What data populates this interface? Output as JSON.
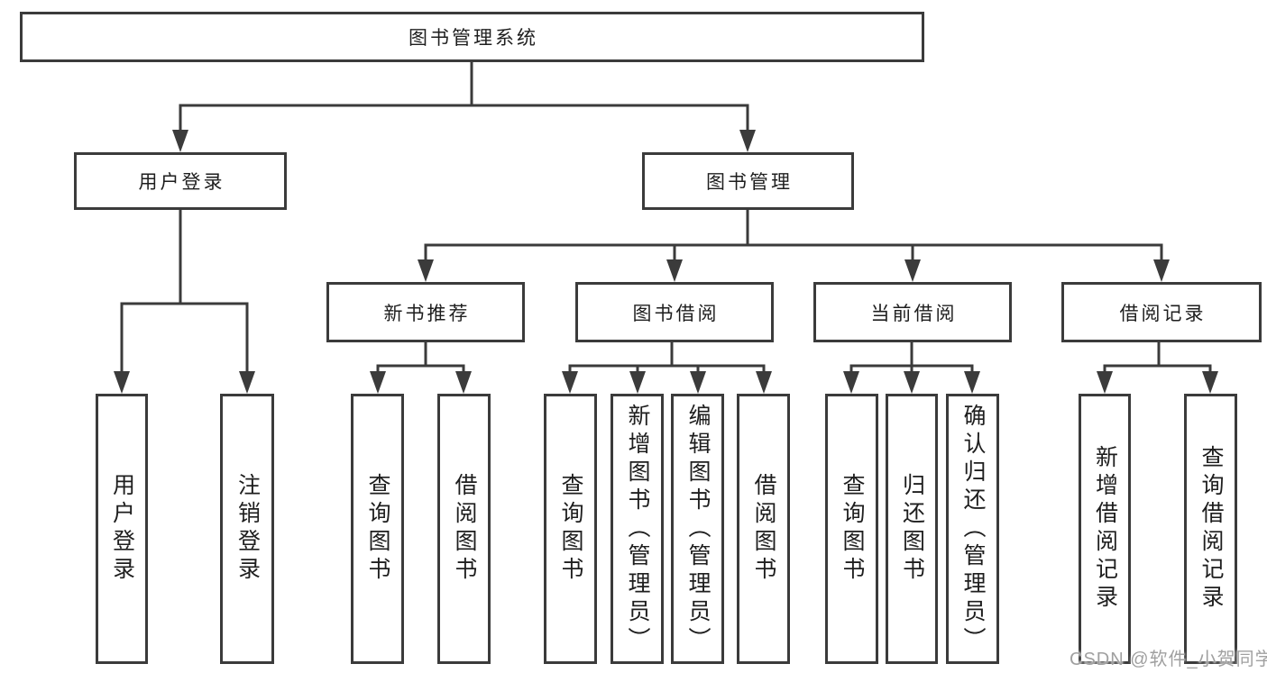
{
  "diagram": {
    "type": "hierarchy-tree",
    "colors": {
      "line": "#3b3b3b",
      "text": "#1e1e1e",
      "watermark": "#a0a0a0",
      "background": "#ffffff"
    },
    "watermark": "CSDN @软件_小贺同学",
    "tree": {
      "root": {
        "label": "图书管理系统",
        "children": [
          {
            "label": "用户登录",
            "children": [
              {
                "label": "用户登录"
              },
              {
                "label": "注销登录"
              }
            ]
          },
          {
            "label": "图书管理",
            "children": [
              {
                "label": "新书推荐",
                "children": [
                  {
                    "label": "查询图书"
                  },
                  {
                    "label": "借阅图书"
                  }
                ]
              },
              {
                "label": "图书借阅",
                "children": [
                  {
                    "label": "查询图书"
                  },
                  {
                    "label": "新增图书（管理员）"
                  },
                  {
                    "label": "编辑图书（管理员）"
                  },
                  {
                    "label": "借阅图书"
                  }
                ]
              },
              {
                "label": "当前借阅",
                "children": [
                  {
                    "label": "查询图书"
                  },
                  {
                    "label": "归还图书"
                  },
                  {
                    "label": "确认归还（管理员）"
                  }
                ]
              },
              {
                "label": "借阅记录",
                "children": [
                  {
                    "label": "新增借阅记录"
                  },
                  {
                    "label": "查询借阅记录"
                  }
                ]
              }
            ]
          }
        ]
      }
    }
  }
}
